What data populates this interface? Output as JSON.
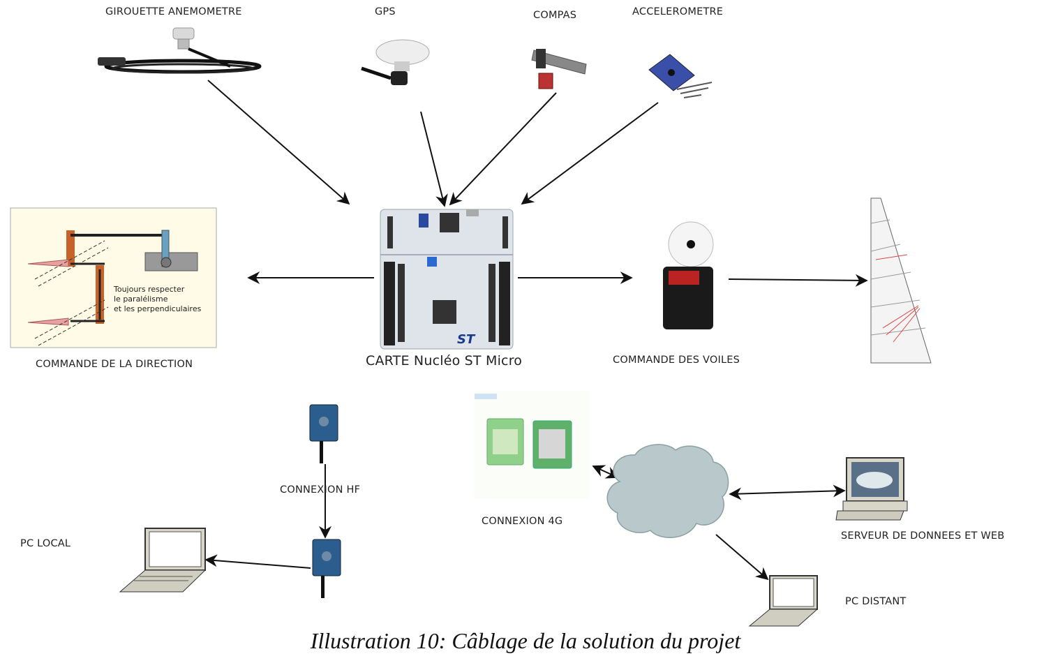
{
  "labels": {
    "wind": "GIROUETTE ANEMOMETRE",
    "gps": "GPS",
    "compass": "COMPAS",
    "accel": "ACCELEROMETRE",
    "steering": "COMMANDE DE LA DIRECTION",
    "board": "CARTE Nucléo ST Micro",
    "sails": "COMMANDE DES VOILES",
    "hf": "CONNEXION HF",
    "g4": "CONNEXION 4G",
    "pc_local": "PC LOCAL",
    "server": "SERVEUR DE DONNEES ET WEB",
    "pc_remote": "PC DISTANT"
  },
  "steering_panel": {
    "note_line1": "Toujours respecter",
    "note_line2": "le paralélisme",
    "note_line3": "et les perpendiculaires"
  },
  "caption": "Illustration 10: Câblage de la solution du projet",
  "colors": {
    "line": "#111111",
    "board_pcb": "#dfe3ea",
    "cloud": "#b9c9cb",
    "servo_arm": "#c8612a",
    "panel_bg": "#fffbe6"
  }
}
